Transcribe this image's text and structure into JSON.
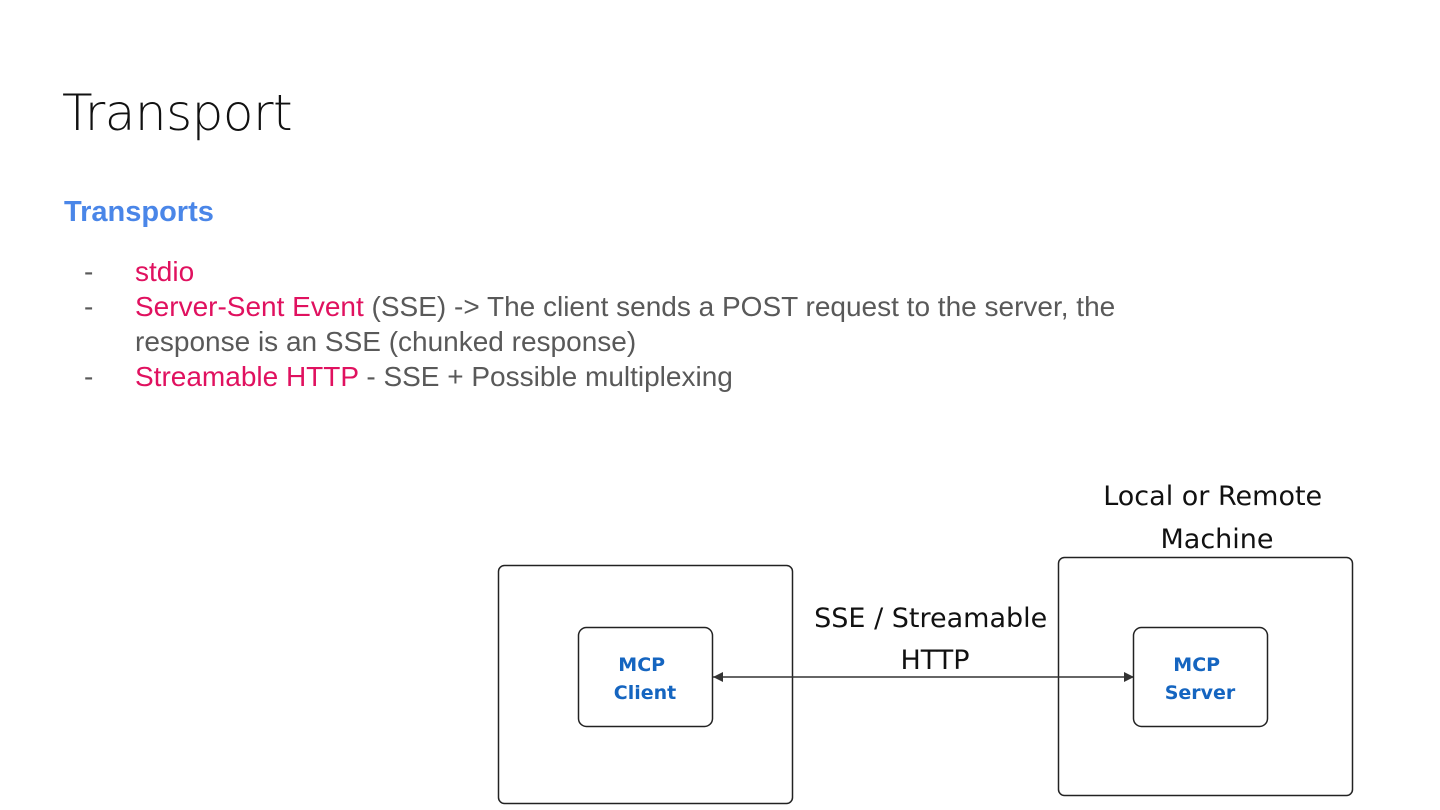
{
  "slide": {
    "title": "Transport",
    "section_heading": "Transports",
    "bullets": [
      {
        "marker": "-",
        "term": "stdio",
        "rest": ""
      },
      {
        "marker": "-",
        "term": "Server-Sent Event",
        "rest": " (SSE) -> The client sends a POST request to the server, the response is an SSE (chunked response)"
      },
      {
        "marker": "-",
        "term": "Streamable HTTP",
        "rest": " - SSE + Possible multiplexing"
      }
    ]
  },
  "diagram": {
    "client_box_label": [
      "MCP",
      "Client"
    ],
    "server_box_label": [
      "MCP",
      "Server"
    ],
    "connection_label": [
      "SSE / Streamable",
      "HTTP"
    ],
    "machine_label": [
      "Local or Remote",
      "Machine"
    ],
    "component_text_color": "#1565c0"
  }
}
